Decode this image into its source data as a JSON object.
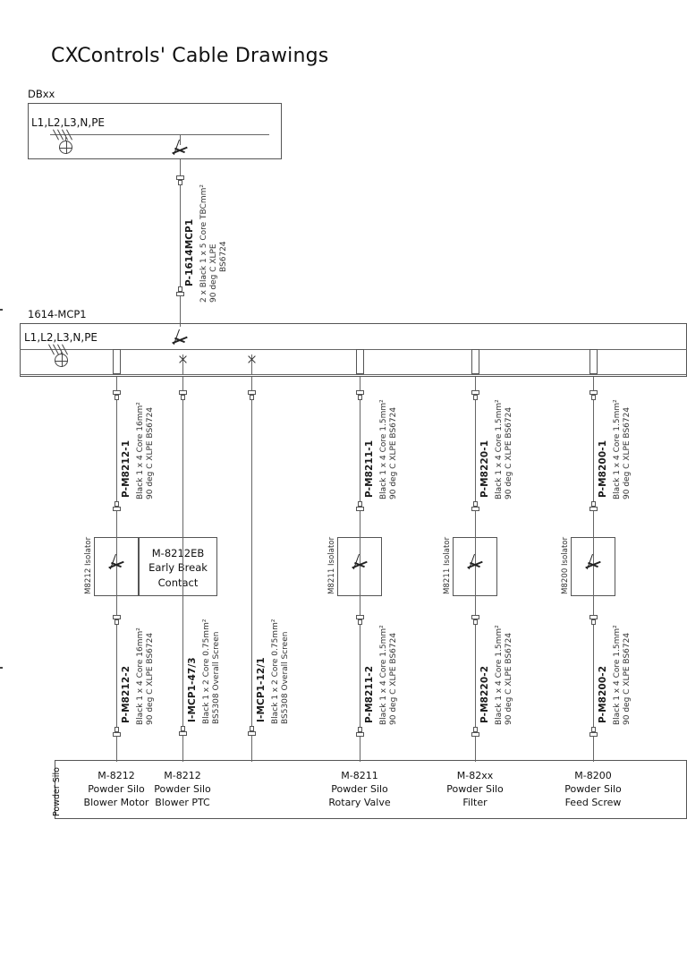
{
  "title": "CXControls' Cable Drawings",
  "panels": {
    "db": {
      "tag": "DBxx",
      "bus_label": "L1,L2,L3,N,PE"
    },
    "mcp": {
      "tag": "1614-MCP1",
      "bus_label": "L1,L2,L3,N,PE"
    },
    "plant": {
      "tag": "Powder Silo"
    }
  },
  "feeder_cable": {
    "id": "P-1614MCP1",
    "spec_line1": "2 x Black 1 x 5 Core TBCmm²",
    "spec_line2": "90 deg C XLPE",
    "spec_line3": "BS6724"
  },
  "columns": [
    {
      "key": "m8212-motor",
      "upper_cable_id": "P-M8212-1",
      "upper_spec_line1": "Black 1 x 4 Core 16mm²",
      "upper_spec_line2": "90 deg C XLPE BS6724",
      "protection": "fuse",
      "isolator_tag": "M8212 Isolator",
      "device_box": {
        "line1": "M-8212EB",
        "line2": "Early Break",
        "line3": "Contact"
      },
      "lower_cable_id": "P-M8212-2",
      "lower_spec_line1": "Black 1 x 4 Core 16mm²",
      "lower_spec_line2": "90 deg C XLPE BS6724",
      "equipment_line1": "M-8212",
      "equipment_line2": "Powder Silo",
      "equipment_line3": "Blower Motor"
    },
    {
      "key": "mcp1-47-3",
      "upper_cable_id": "I-MCP1-47/3",
      "upper_spec_line1": "Black 1 x 2 Core 0.75mm²",
      "upper_spec_line2": "BS5308 Overall Screen",
      "protection": "terminal",
      "isolator_tag": "",
      "device_box": null,
      "lower_cable_id": "",
      "lower_spec_line1": "",
      "lower_spec_line2": "",
      "equipment_line1": "M-8212",
      "equipment_line2": "Powder Silo",
      "equipment_line3": "Blower PTC"
    },
    {
      "key": "mcp1-12-1",
      "upper_cable_id": "I-MCP1-12/1",
      "upper_spec_line1": "Black 1 x 2 Core 0.75mm²",
      "upper_spec_line2": "BS5308 Overall Screen",
      "protection": "terminal",
      "isolator_tag": "",
      "device_box": null,
      "lower_cable_id": "",
      "lower_spec_line1": "",
      "lower_spec_line2": "",
      "equipment_line1": "",
      "equipment_line2": "",
      "equipment_line3": ""
    },
    {
      "key": "m8211-rotary",
      "upper_cable_id": "P-M8211-1",
      "upper_spec_line1": "Black 1 x 4 Core 1.5mm²",
      "upper_spec_line2": "90 deg C XLPE BS6724",
      "protection": "fuse",
      "isolator_tag": "M8211 Isolator",
      "device_box": null,
      "lower_cable_id": "P-M8211-2",
      "lower_spec_line1": "Black 1 x 4 Core 1.5mm²",
      "lower_spec_line2": "90 deg C XLPE BS6724",
      "equipment_line1": "M-8211",
      "equipment_line2": "Powder Silo",
      "equipment_line3": "Rotary Valve"
    },
    {
      "key": "m8220-filter",
      "upper_cable_id": "P-M8220-1",
      "upper_spec_line1": "Black 1 x 4 Core 1.5mm²",
      "upper_spec_line2": "90 deg C XLPE BS6724",
      "protection": "fuse",
      "isolator_tag": "M8211 Isolator",
      "device_box": null,
      "lower_cable_id": "P-M8220-2",
      "lower_spec_line1": "Black 1 x 4 Core 1.5mm²",
      "lower_spec_line2": "90 deg C XLPE BS6724",
      "equipment_line1": "M-82xx",
      "equipment_line2": "Powder Silo",
      "equipment_line3": "Filter"
    },
    {
      "key": "m8200-feedscrew",
      "upper_cable_id": "P-M8200-1",
      "upper_spec_line1": "Black 1 x 4 Core 1.5mm²",
      "upper_spec_line2": "90 deg C XLPE BS6724",
      "protection": "fuse",
      "isolator_tag": "M8200 Isolator",
      "device_box": null,
      "lower_cable_id": "P-M8200-2",
      "lower_spec_line1": "Black 1 x 4 Core 1.5mm²",
      "lower_spec_line2": "90 deg C XLPE BS6724",
      "equipment_line1": "M-8200",
      "equipment_line2": "Powder Silo",
      "equipment_line3": "Feed Screw"
    }
  ]
}
